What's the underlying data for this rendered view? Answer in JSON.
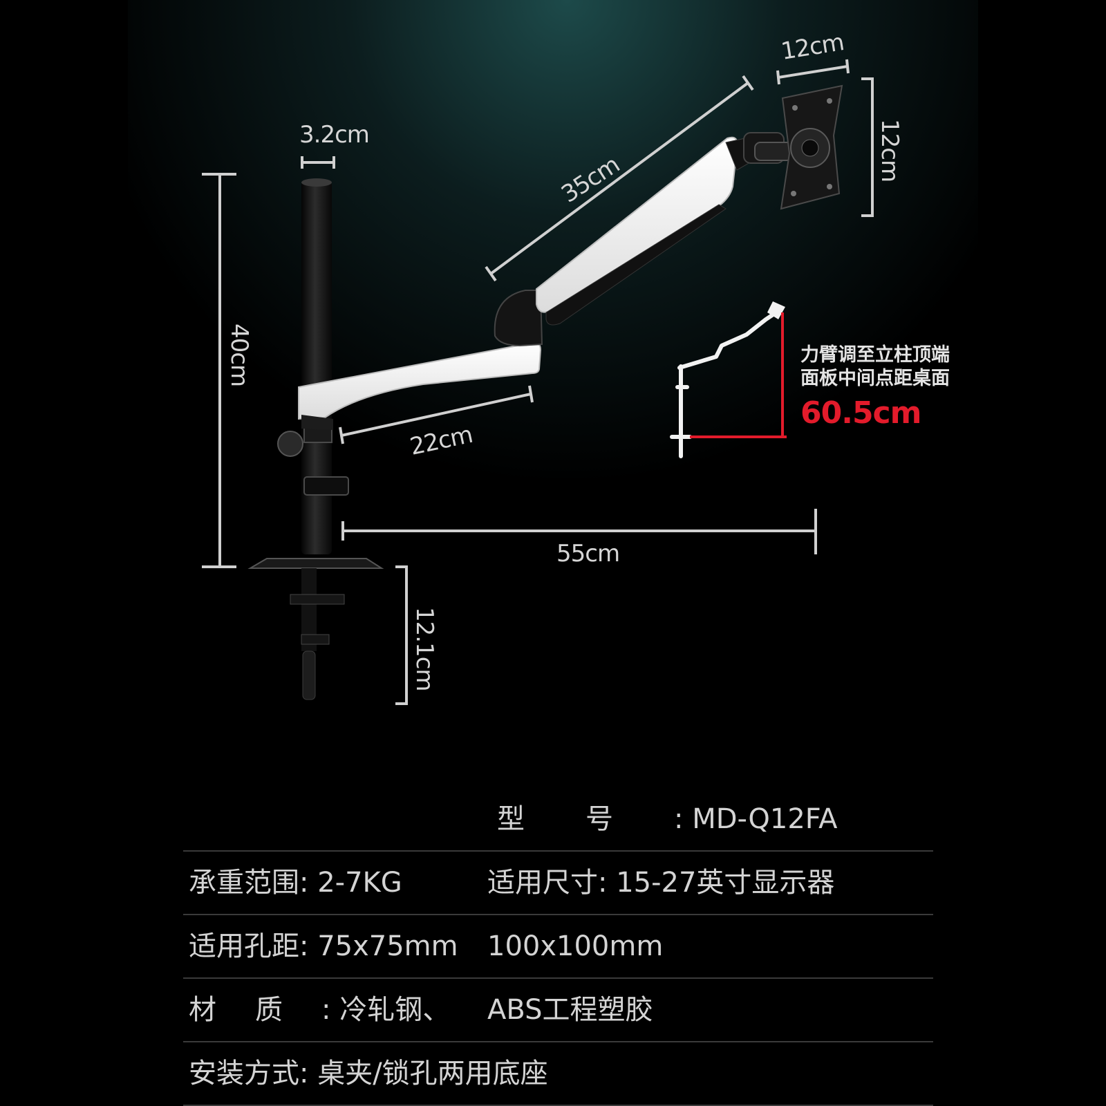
{
  "dimensions": {
    "pole_diameter": "3.2cm",
    "pole_height": "40cm",
    "lower_arm": "22cm",
    "upper_arm": "35cm",
    "plate_width": "12cm",
    "plate_height": "12cm",
    "reach": "55cm",
    "clamp": "12.1cm"
  },
  "height_note": {
    "line1": "力臂调至立柱顶端",
    "line2": "面板中间点距桌面",
    "value": "60.5cm",
    "value_color": "#e31b2b"
  },
  "specs": {
    "model": {
      "label": "型号",
      "value": ": MD-Q12FA"
    },
    "load": {
      "label": "承重范围",
      "value": ": 2-7KG"
    },
    "size": {
      "label": "适用尺寸",
      "value": ": 15-27英寸显示器"
    },
    "vesa": {
      "label": "适用孔距",
      "value": ": 75x75mm",
      "value2": "100x100mm"
    },
    "material": {
      "label": "材质",
      "value": ": 冷轧钢、",
      "value2": "ABS工程塑胶"
    },
    "mount": {
      "label": "安装方式",
      "value": ": 桌夹/锁孔两用底座"
    }
  },
  "colors": {
    "background": "#000000",
    "arm_white": "#f2f2f2",
    "metal_black": "#151515",
    "dimension_line": "#d0d0d0",
    "accent_red": "#e31b2b"
  }
}
